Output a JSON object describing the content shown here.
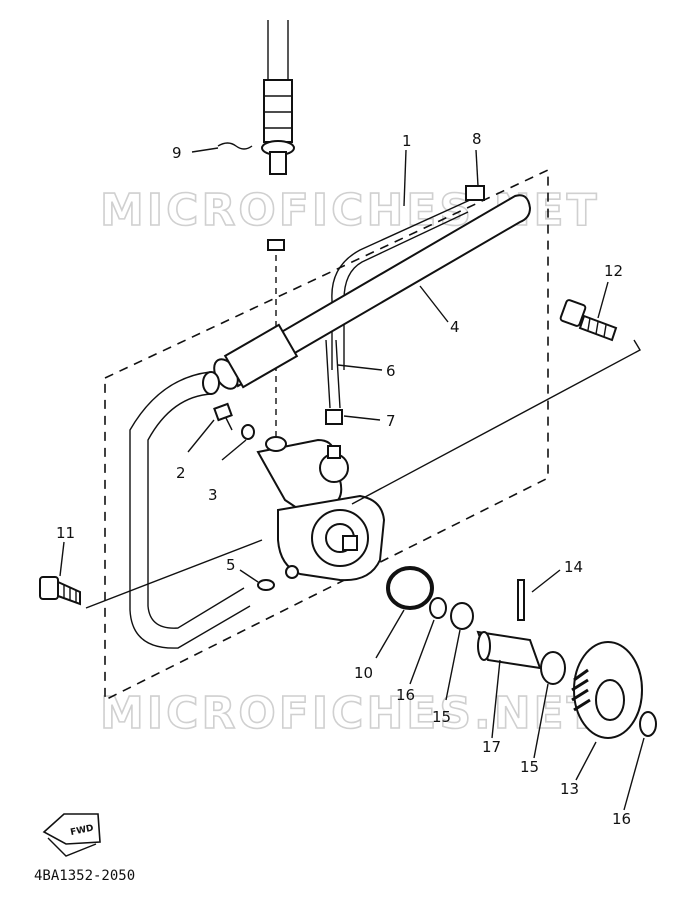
{
  "watermarks": [
    "MICROFICHES.NET",
    "MICROFICHES.NET"
  ],
  "part_code": "4BA1352-2050",
  "fwd_label": "FWD",
  "callouts": [
    {
      "id": "c1",
      "text": "1"
    },
    {
      "id": "c2",
      "text": "2"
    },
    {
      "id": "c3",
      "text": "3"
    },
    {
      "id": "c4",
      "text": "4"
    },
    {
      "id": "c5",
      "text": "5"
    },
    {
      "id": "c6",
      "text": "6"
    },
    {
      "id": "c7",
      "text": "7"
    },
    {
      "id": "c8",
      "text": "8"
    },
    {
      "id": "c9",
      "text": "9"
    },
    {
      "id": "c10",
      "text": "10"
    },
    {
      "id": "c11",
      "text": "11"
    },
    {
      "id": "c12",
      "text": "12"
    },
    {
      "id": "c13",
      "text": "13"
    },
    {
      "id": "c14",
      "text": "14"
    },
    {
      "id": "c15a",
      "text": "15"
    },
    {
      "id": "c15b",
      "text": "15"
    },
    {
      "id": "c16a",
      "text": "16"
    },
    {
      "id": "c16b",
      "text": "16"
    },
    {
      "id": "c17",
      "text": "17"
    }
  ]
}
